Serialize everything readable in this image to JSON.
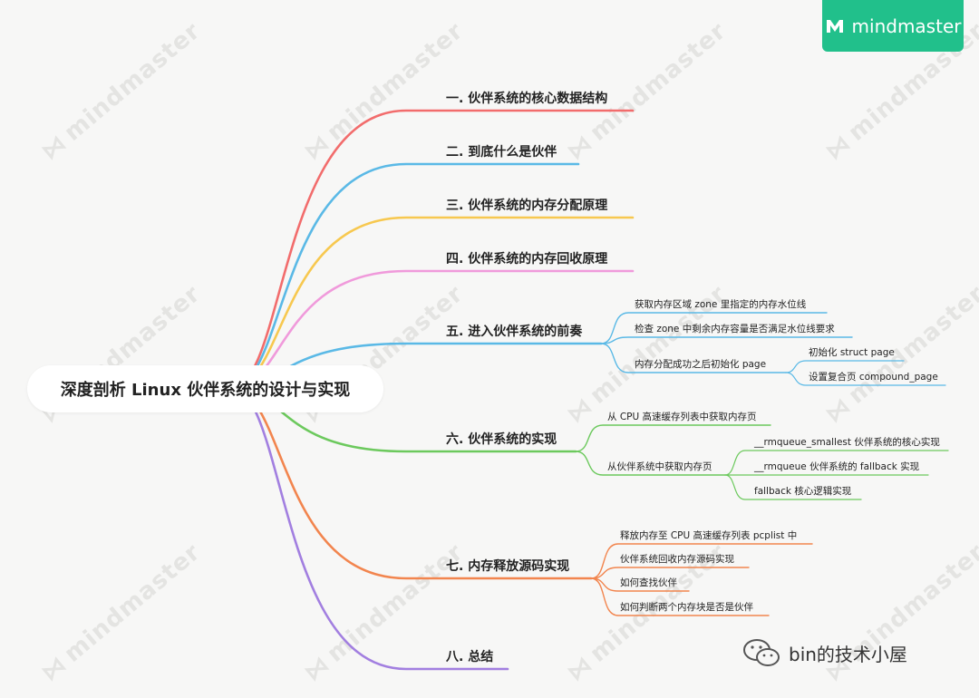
{
  "brand": {
    "name": "mindmaster"
  },
  "watermark": "mindmaster",
  "root": {
    "label": "深度剖析 Linux 伙伴系统的设计与实现"
  },
  "branches": [
    {
      "label": "一. 伙伴系统的核心数据结构",
      "color": "#f26c6c",
      "children": []
    },
    {
      "label": "二. 到底什么是伙伴",
      "color": "#5ab9e6",
      "children": []
    },
    {
      "label": "三. 伙伴系统的内存分配原理",
      "color": "#f7c84f",
      "children": []
    },
    {
      "label": "四. 伙伴系统的内存回收原理",
      "color": "#f09adb",
      "children": []
    },
    {
      "label": "五. 进入伙伴系统的前奏",
      "color": "#5ab9e6",
      "children": [
        {
          "label": "获取内存区域 zone 里指定的内存水位线",
          "children": []
        },
        {
          "label": "检查 zone 中剩余内存容量是否满足水位线要求",
          "children": []
        },
        {
          "label": "内存分配成功之后初始化 page",
          "children": [
            {
              "label": "初始化 struct page"
            },
            {
              "label": "设置复合页 compound_page"
            }
          ]
        }
      ]
    },
    {
      "label": "六. 伙伴系统的实现",
      "color": "#6cc95d",
      "children": [
        {
          "label": "从 CPU 高速缓存列表中获取内存页",
          "children": []
        },
        {
          "label": "从伙伴系统中获取内存页",
          "children": [
            {
              "label": "__rmqueue_smallest 伙伴系统的核心实现"
            },
            {
              "label": "__rmqueue 伙伴系统的 fallback 实现"
            },
            {
              "label": "fallback 核心逻辑实现"
            }
          ]
        }
      ]
    },
    {
      "label": "七. 内存释放源码实现",
      "color": "#f2854e",
      "children": [
        {
          "label": "释放内存至 CPU 高速缓存列表 pcplist 中",
          "children": []
        },
        {
          "label": "伙伴系统回收内存源码实现",
          "children": []
        },
        {
          "label": "如何查找伙伴",
          "children": []
        },
        {
          "label": "如何判断两个内存块是否是伙伴",
          "children": []
        }
      ]
    },
    {
      "label": "八. 总结",
      "color": "#a27fe0",
      "children": []
    }
  ],
  "footer": {
    "text": "bin的技术小屋"
  }
}
